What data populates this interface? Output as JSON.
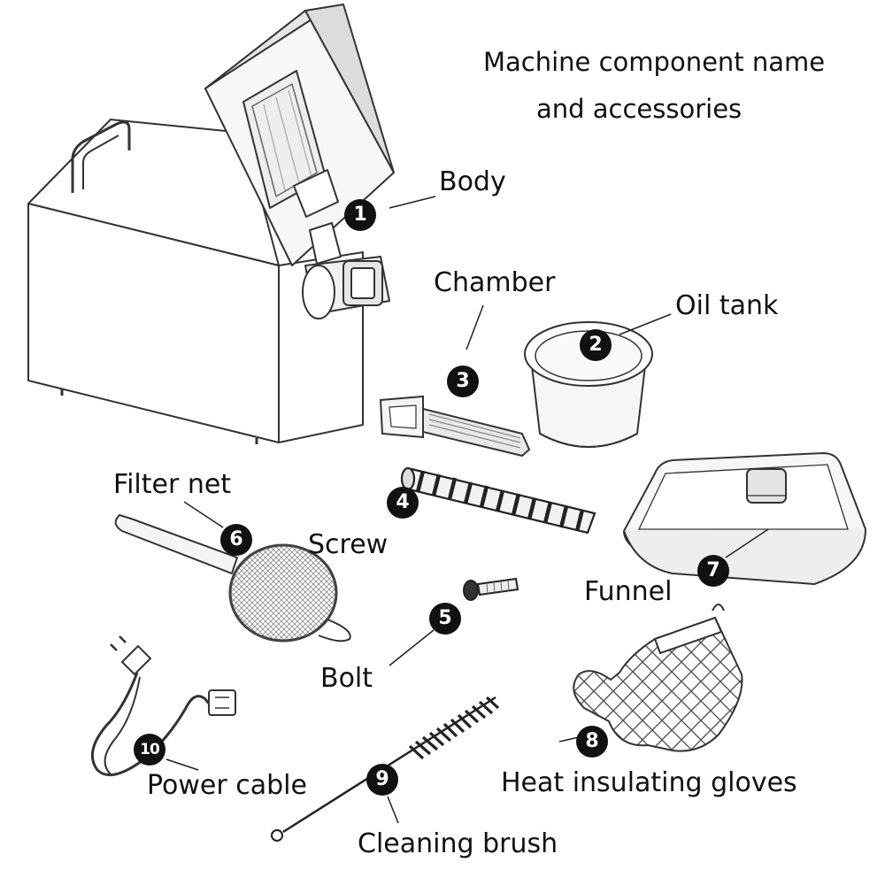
{
  "title": {
    "line1": "Machine component name",
    "line2": "and accessories"
  },
  "components": [
    {
      "number": "1",
      "label": "Body",
      "icon": "oil-press-body-icon"
    },
    {
      "number": "2",
      "label": "Oil tank",
      "icon": "oil-tank-icon"
    },
    {
      "number": "3",
      "label": "Chamber",
      "icon": "chamber-icon"
    },
    {
      "number": "4",
      "label": "Screw",
      "icon": "screw-icon"
    },
    {
      "number": "5",
      "label": "Bolt",
      "icon": "bolt-icon"
    },
    {
      "number": "6",
      "label": "Filter net",
      "icon": "filter-net-icon"
    },
    {
      "number": "7",
      "label": "Funnel",
      "icon": "funnel-icon"
    },
    {
      "number": "8",
      "label": "Heat insulating gloves",
      "icon": "glove-icon"
    },
    {
      "number": "9",
      "label": "Cleaning brush",
      "icon": "cleaning-brush-icon"
    },
    {
      "number": "10",
      "label": "Power cable",
      "icon": "power-cable-icon"
    }
  ],
  "colors": {
    "badge": "#111111",
    "line": "#222222"
  }
}
